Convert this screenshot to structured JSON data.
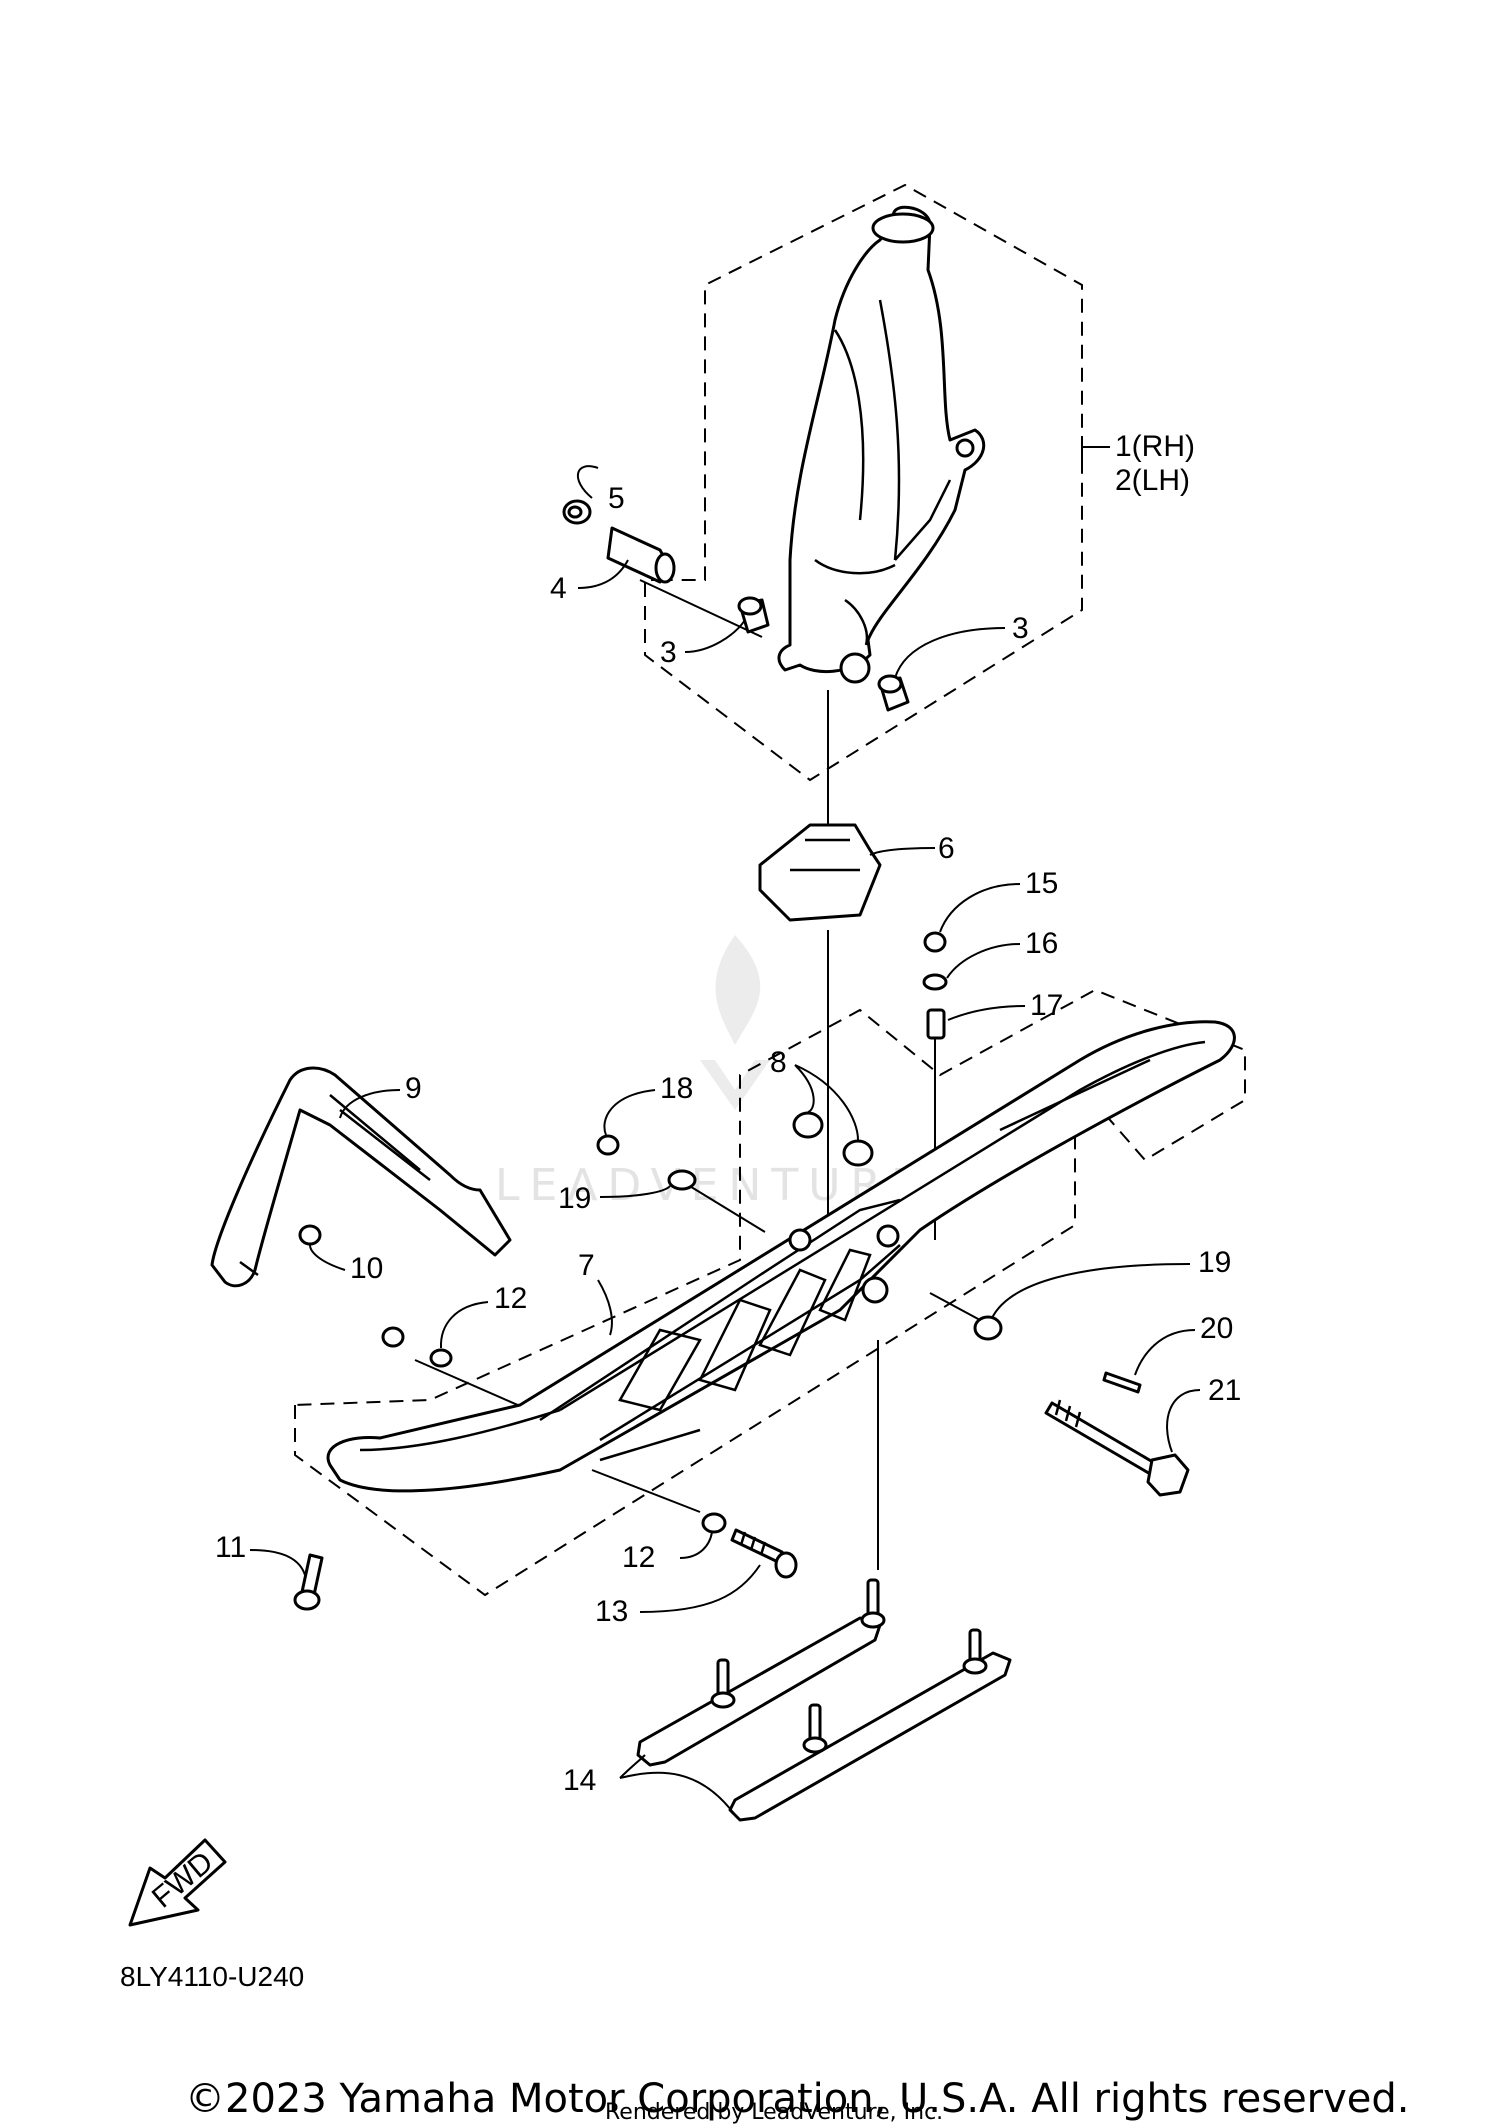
{
  "diagram": {
    "callouts": {
      "p1": "1(RH)",
      "p2": "2(LH)",
      "p3a": "3",
      "p3b": "3",
      "p4": "4",
      "p5": "5",
      "p6": "6",
      "p7": "7",
      "p8": "8",
      "p9": "9",
      "p10": "10",
      "p11": "11",
      "p12a": "12",
      "p12b": "12",
      "p13": "13",
      "p14": "14",
      "p15": "15",
      "p16": "16",
      "p17": "17",
      "p18": "18",
      "p19a": "19",
      "p19b": "19",
      "p20": "20",
      "p21": "21"
    },
    "fwd_label": "FWD",
    "diagram_code": "8LY4110-U240",
    "watermark": "LEADVENTURE",
    "copyright": "©2023 Yamaha Motor Corporation, U.S.A. All rights reserved.",
    "rendered_by": "Rendered by LeadVenture, Inc."
  }
}
